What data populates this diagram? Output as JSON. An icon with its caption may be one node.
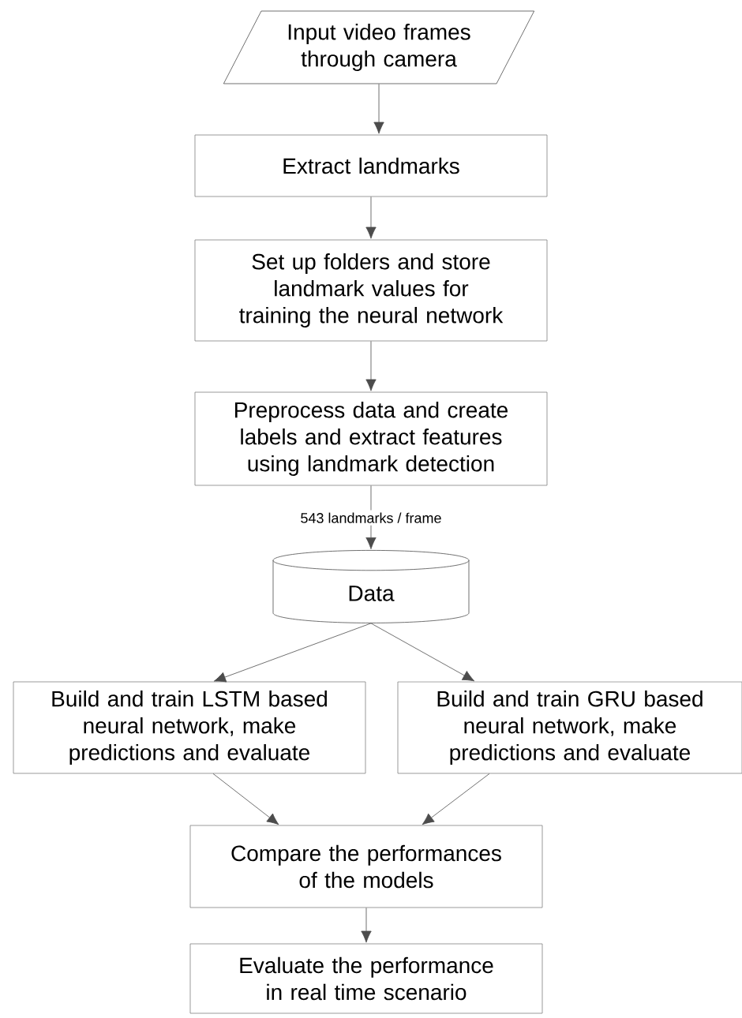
{
  "diagram": {
    "nodes": [
      {
        "text": [
          "Input video frames through camera"
        ]
      },
      {
        "text": [
          "Extract landmarks"
        ]
      },
      {
        "text": [
          "Set up folders and store landmark values for training the neural network"
        ]
      },
      {
        "text": [
          "Preprocess data and create labels and extract features using landmark detection"
        ]
      },
      {
        "text": [
          "Data"
        ]
      },
      {
        "text": [
          "Build and train LSTM based neural network, make predictions and evaluate"
        ]
      },
      {
        "text": [
          "Build and train GRU based neural network, make predictions and evaluate"
        ]
      },
      {
        "text": [
          "Compare the performances of the models"
        ]
      },
      {
        "text": [
          "Evaluate the performance in real time scenario"
        ]
      }
    ],
    "edges": [
      {
        "from": 0,
        "to": 1,
        "arrow": "to"
      },
      {
        "from": 1,
        "to": 2,
        "arrow": "to"
      },
      {
        "from": 2,
        "to": 3,
        "arrow": "to"
      },
      {
        "from": 3,
        "to": 4,
        "arrow": "to",
        "label": "543 landmarks / frame"
      },
      {
        "from": 4,
        "to": 5,
        "arrow": "to"
      },
      {
        "from": 4,
        "to": 6,
        "arrow": "to"
      },
      {
        "from": 5,
        "to": 7,
        "arrow": "to"
      },
      {
        "from": 6,
        "to": 7,
        "arrow": "to"
      },
      {
        "from": 7,
        "to": 8,
        "arrow": "to"
      }
    ]
  }
}
